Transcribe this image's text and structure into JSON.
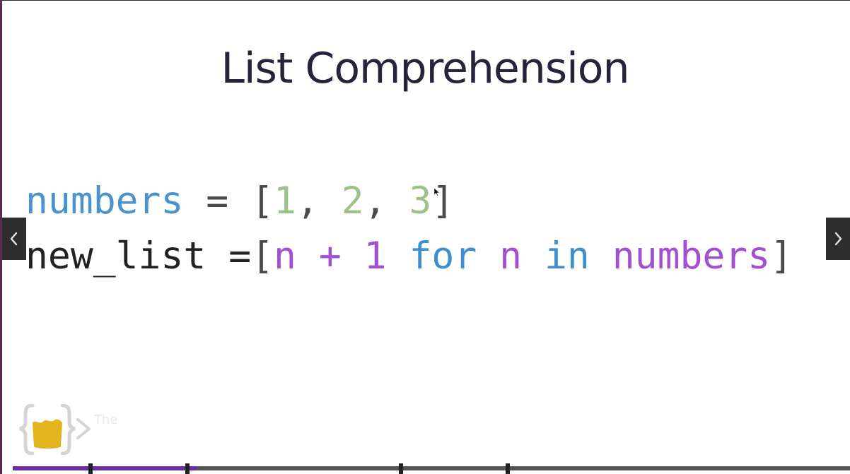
{
  "slide": {
    "title": "List Comprehension",
    "code_line1": {
      "var": "numbers",
      "op": " = ",
      "open": "[",
      "n1": "1",
      "sep1": ", ",
      "n2": "2",
      "sep2": ", ",
      "n3": "3",
      "close": "]"
    },
    "code_line2": {
      "var": "new_list",
      "op": " =",
      "open": "[",
      "expr": "n + 1",
      "sp1": " ",
      "kw_for": "for",
      "sp2": " ",
      "loopvar": "n",
      "sp3": " ",
      "kw_in": "in",
      "sp4": " ",
      "iter": "numbers",
      "close": "]"
    },
    "logo_text": "The"
  },
  "player": {
    "progress": 0.22,
    "chapter_count": 4
  },
  "icons": {
    "prev": "chevron-left-icon",
    "next": "chevron-right-icon",
    "logo": "code-braces-logo",
    "cursor": "mouse-cursor-icon"
  },
  "colors": {
    "variable": "#4b93cf",
    "number": "#9dc289",
    "purple": "#a14fd3",
    "title": "#26243a",
    "progress_fill": "#6a2fa0"
  }
}
